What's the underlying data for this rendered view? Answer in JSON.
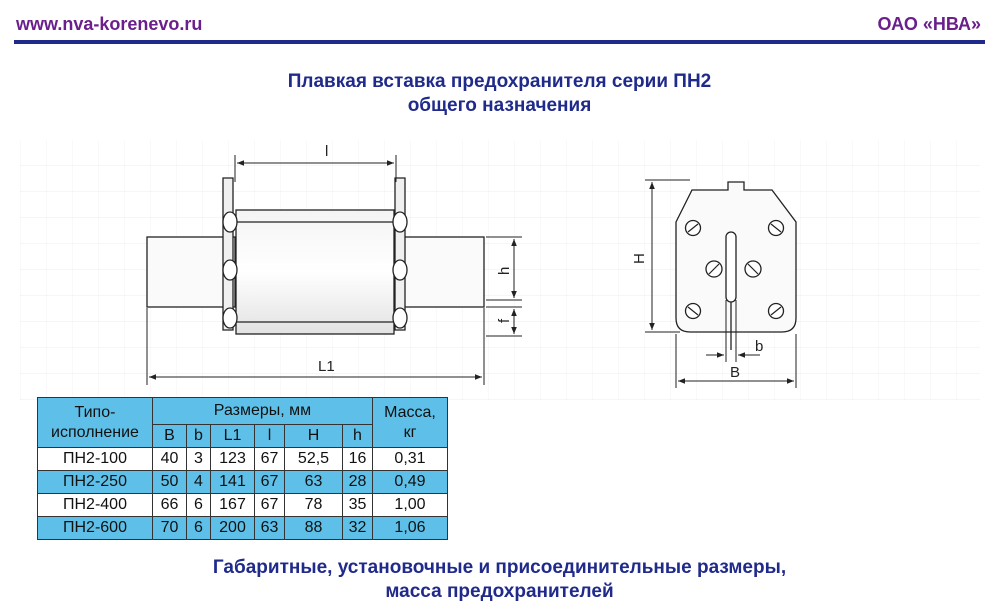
{
  "header": {
    "url": "www.nva-korenevo.ru",
    "org": "ОАО «НВА»"
  },
  "title": {
    "line1": "Плавкая вставка предохранителя серии ПН2",
    "line2": "общего назначения"
  },
  "drawing": {
    "labels": {
      "l": "l",
      "h": "h",
      "f": "f",
      "L1": "L1",
      "H": "H",
      "b": "b",
      "B": "B"
    }
  },
  "table": {
    "type_header": "Типо-\nисполнение",
    "sizes_header": "Размеры, мм",
    "mass_header": "Масса,\nкг",
    "columns": [
      "B",
      "b",
      "L1",
      "l",
      "H",
      "h"
    ],
    "rows": [
      {
        "type": "ПН2-100",
        "B": "40",
        "b": "3",
        "L1": "123",
        "l": "67",
        "H": "52,5",
        "h": "16",
        "mass": "0,31"
      },
      {
        "type": "ПН2-250",
        "B": "50",
        "b": "4",
        "L1": "141",
        "l": "67",
        "H": "63",
        "h": "28",
        "mass": "0,49"
      },
      {
        "type": "ПН2-400",
        "B": "66",
        "b": "6",
        "L1": "167",
        "l": "67",
        "H": "78",
        "h": "35",
        "mass": "1,00"
      },
      {
        "type": "ПН2-600",
        "B": "70",
        "b": "6",
        "L1": "200",
        "l": "63",
        "H": "88",
        "h": "32",
        "mass": "1,06"
      }
    ]
  },
  "caption": {
    "line1": "Габаритные, установочные  и присоединительные размеры,",
    "line2": "масса предохранителей"
  },
  "colors": {
    "brand_purple": "#6a1f8c",
    "title_blue": "#1f2a8a",
    "table_blue": "#5ec0e8"
  }
}
